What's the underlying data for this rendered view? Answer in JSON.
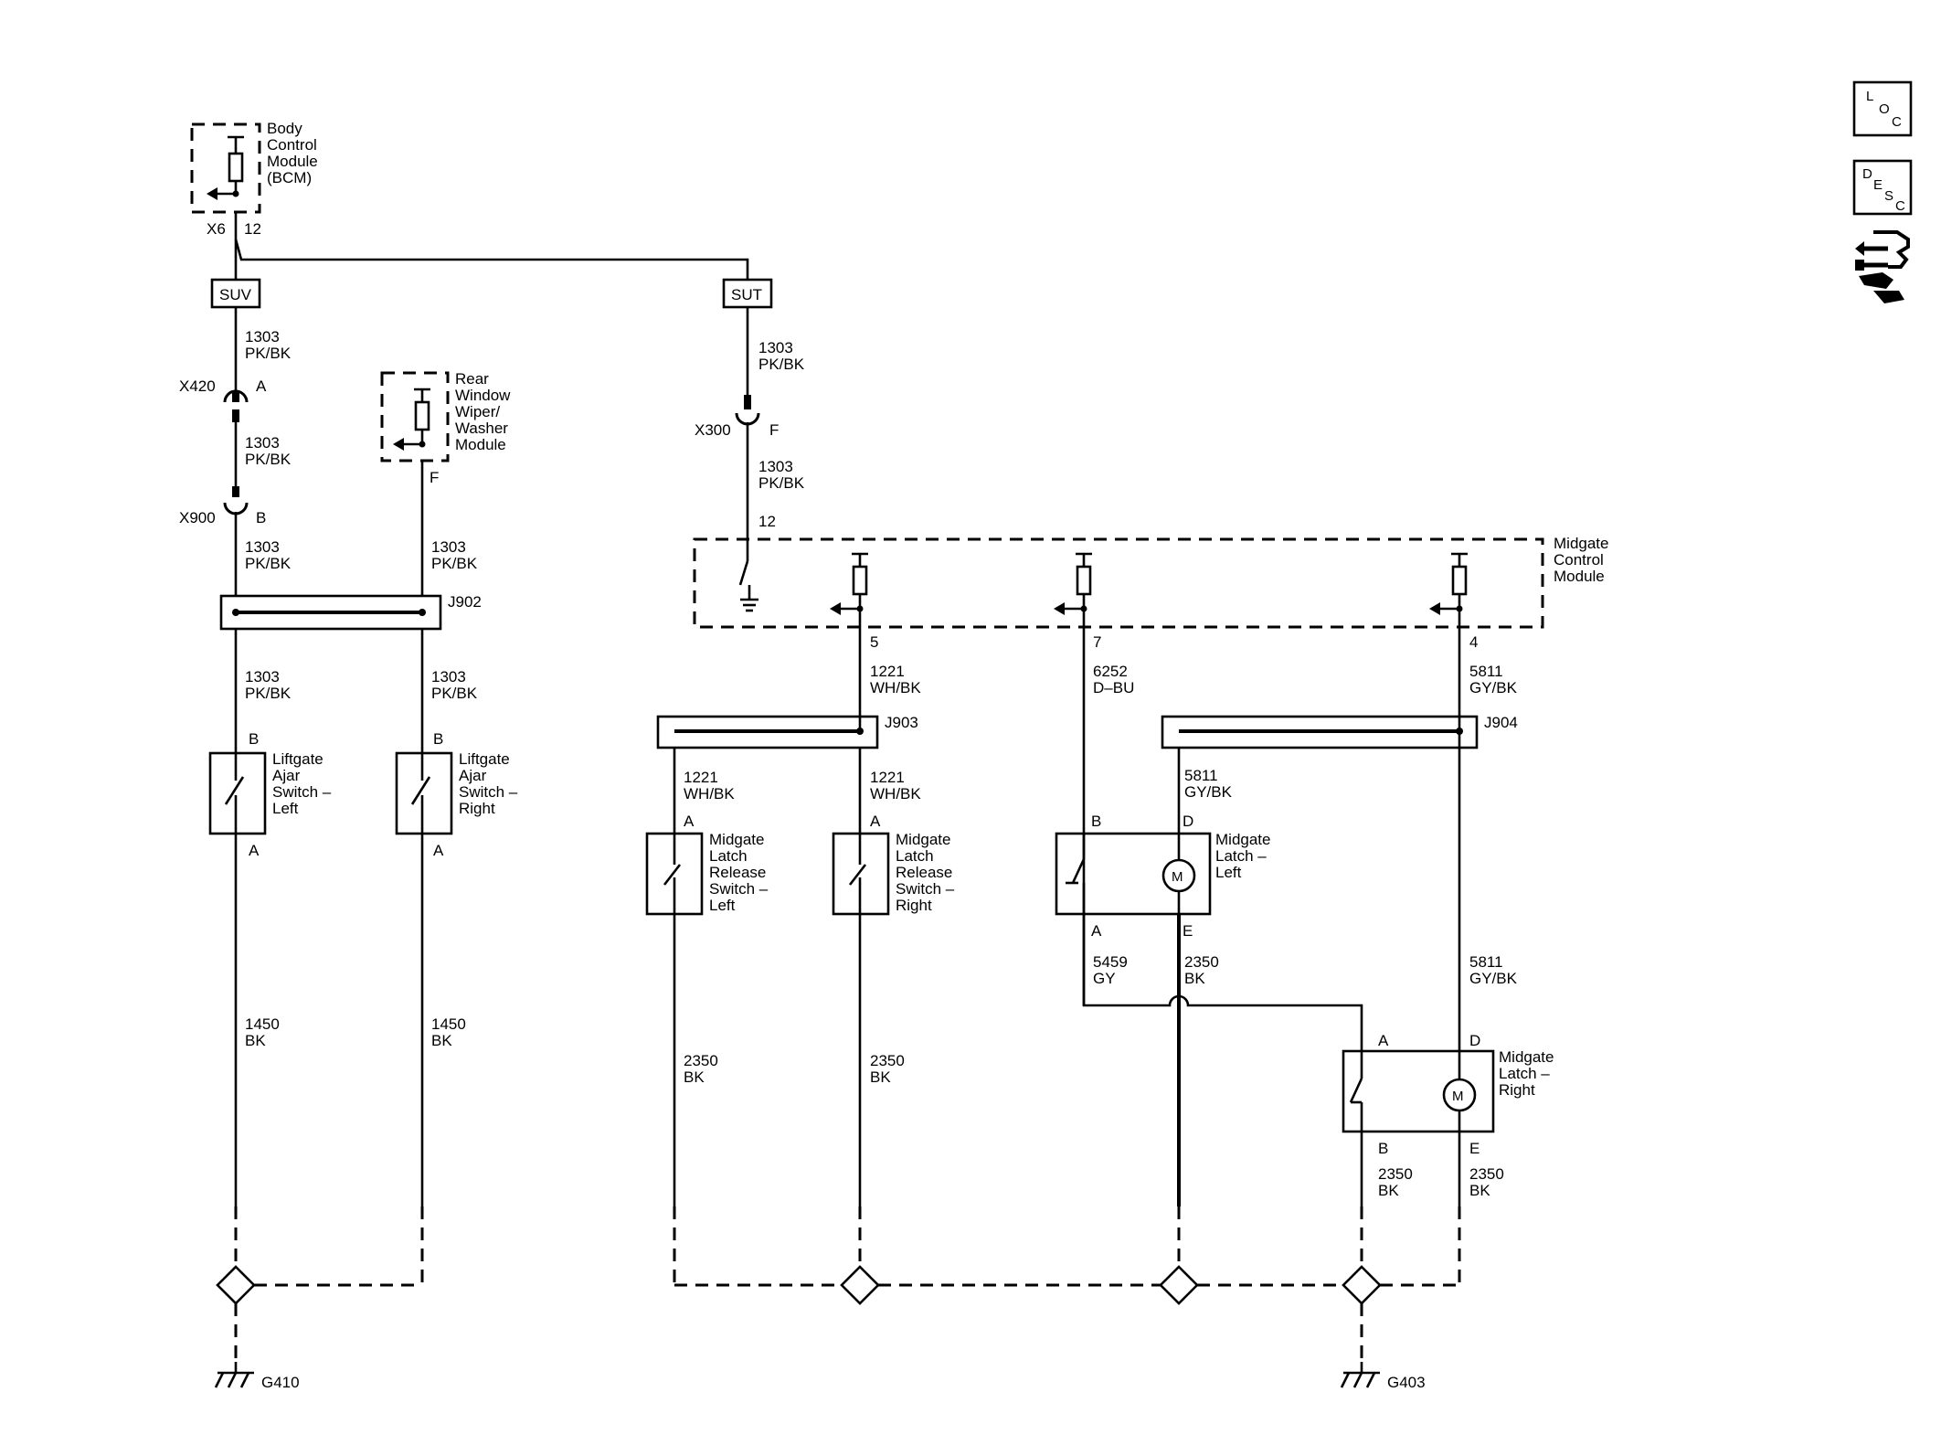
{
  "side_icons": {
    "loc": [
      "L",
      "O",
      "C"
    ],
    "desc": [
      "D",
      "E",
      "S",
      "C"
    ]
  },
  "modules": {
    "bcm": {
      "lines": [
        "Body",
        "Control",
        "Module",
        "(BCM)"
      ],
      "conn": "X6",
      "pin": "12"
    },
    "rww": {
      "lines": [
        "Rear",
        "Window",
        "Wiper/",
        "Washer",
        "Module"
      ],
      "pin": "F"
    },
    "mcm": {
      "lines": [
        "Midgate",
        "Control",
        "Module"
      ],
      "pin_in": "12",
      "pin5": "5",
      "pin7": "7",
      "pin4": "4"
    }
  },
  "options": {
    "suv": "SUV",
    "sut": "SUT"
  },
  "inline_connectors": {
    "x420": {
      "name": "X420",
      "pin": "A"
    },
    "x900": {
      "name": "X900",
      "pin": "B"
    },
    "x300": {
      "name": "X300",
      "pin": "F"
    }
  },
  "splices": {
    "j902": "J902",
    "j903": "J903",
    "j904": "J904"
  },
  "wires": {
    "pkbk": {
      "num": "1303",
      "color": "PK/BK"
    },
    "whbk": {
      "num": "1221",
      "color": "WH/BK"
    },
    "dbu": {
      "num": "6252",
      "color": "D–BU"
    },
    "gybk": {
      "num": "5811",
      "color": "GY/BK"
    },
    "gy": {
      "num": "5459",
      "color": "GY"
    },
    "bk2350": {
      "num": "2350",
      "color": "BK"
    },
    "bk1450": {
      "num": "1450",
      "color": "BK"
    }
  },
  "components": {
    "lajl": {
      "lines": [
        "Liftgate",
        "Ajar",
        "Switch –",
        "Left"
      ],
      "top": "B",
      "bot": "A"
    },
    "lajr": {
      "lines": [
        "Liftgate",
        "Ajar",
        "Switch –",
        "Right"
      ],
      "top": "B",
      "bot": "A"
    },
    "mlrl": {
      "lines": [
        "Midgate",
        "Latch",
        "Release",
        "Switch –",
        "Left"
      ],
      "top": "A"
    },
    "mlrr": {
      "lines": [
        "Midgate",
        "Latch",
        "Release",
        "Switch –",
        "Right"
      ],
      "top": "A"
    },
    "mll": {
      "lines": [
        "Midgate",
        "Latch –",
        "Left"
      ],
      "pins": {
        "b": "B",
        "d": "D",
        "a": "A",
        "e": "E"
      },
      "motor": "M"
    },
    "mlr": {
      "lines": [
        "Midgate",
        "Latch –",
        "Right"
      ],
      "pins": {
        "a": "A",
        "d": "D",
        "b": "B",
        "e": "E"
      },
      "motor": "M"
    }
  },
  "grounds": {
    "g410": "G410",
    "g403": "G403"
  }
}
